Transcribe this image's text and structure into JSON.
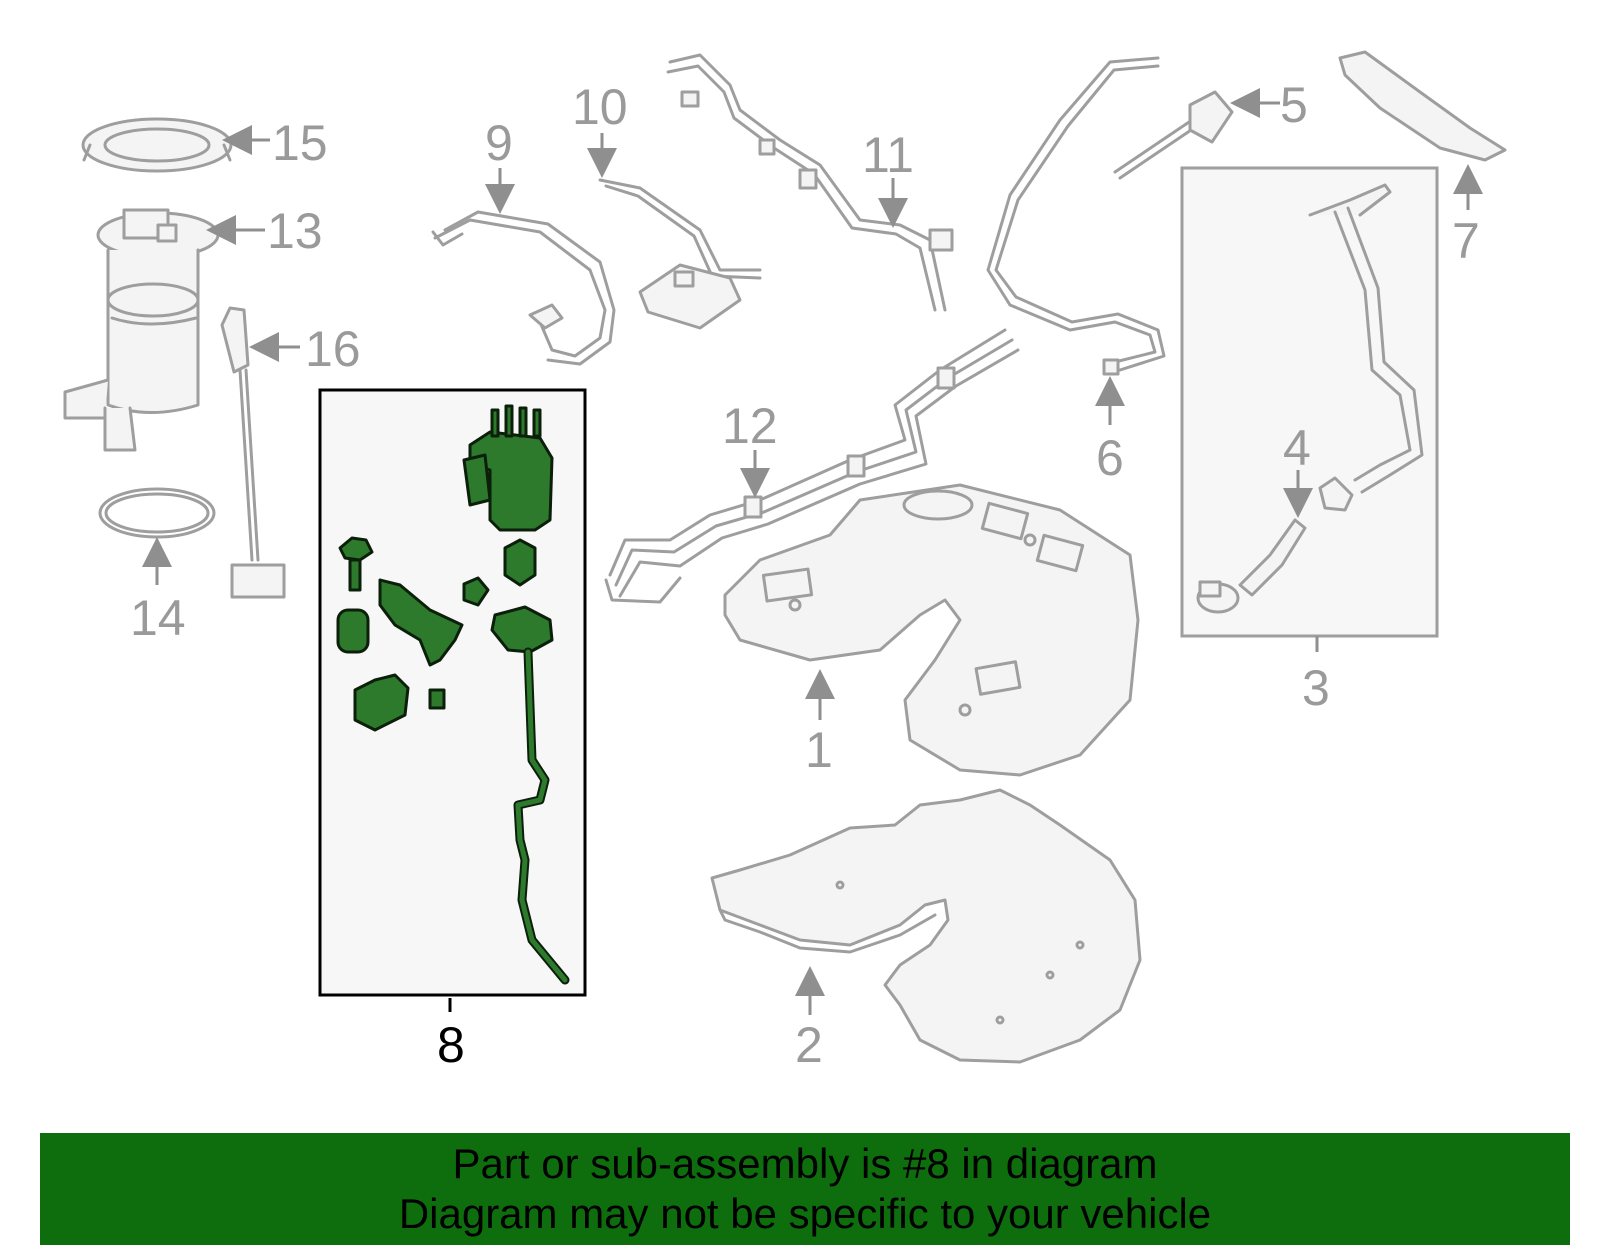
{
  "callouts": {
    "c1": "1",
    "c2": "2",
    "c3": "3",
    "c4": "4",
    "c5": "5",
    "c6": "6",
    "c7": "7",
    "c8": "8",
    "c9": "9",
    "c10": "10",
    "c11": "11",
    "c12": "12",
    "c13": "13",
    "c14": "14",
    "c15": "15",
    "c16": "16"
  },
  "highlighted_part": "8",
  "colors": {
    "highlight": "#2d7a2d",
    "banner": "#0e6e0e",
    "part_outline": "#9e9e9e"
  },
  "banner": {
    "line1": "Part or sub-assembly is #8 in diagram",
    "line2": "Diagram may not be specific to your vehicle"
  }
}
